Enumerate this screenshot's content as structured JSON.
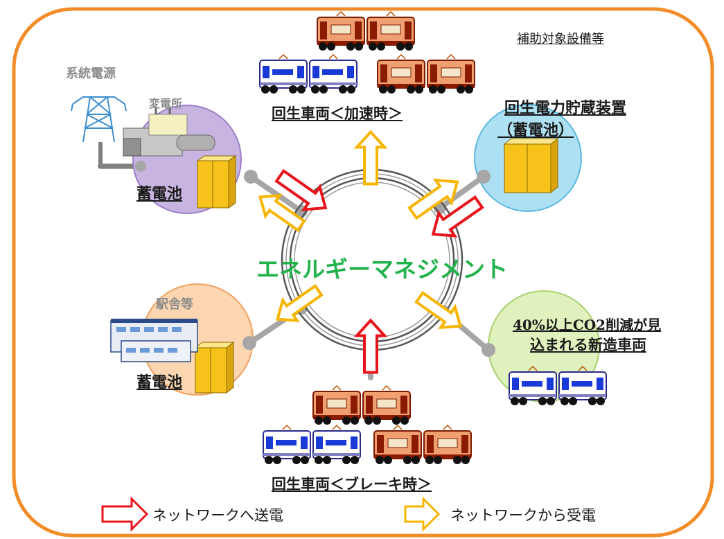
{
  "colors": {
    "frame": "#f28c28",
    "send_arrow": "#e8141b",
    "receive_arrow": "#f7b500",
    "center_text": "#22b24c",
    "node_purple": "#c8b4e0",
    "node_blue": "#aee0f4",
    "node_orange": "#fbd6b0",
    "node_green": "#dff1bd",
    "battery": "#f7c21a",
    "connector": "#a6a6a6"
  },
  "labels": {
    "subsidy_note": "補助対象設備等",
    "grid_power": "系統電源",
    "substation": "変電所",
    "battery_substation": "蓄電池",
    "storage_device_line1": "回生電力貯蔵装置",
    "storage_device_line2": "（蓄電池）",
    "station": "駅舎等",
    "battery_station": "蓄電池",
    "regen_accel": "回生車両",
    "regen_accel_suffix": "＜加速時＞",
    "regen_brake": "回生車両",
    "regen_brake_suffix": "＜ブレーキ時＞",
    "new_train_line1": "40%以上CO2削減が見",
    "new_train_line2": "込まれる新造車両",
    "energy_management": "エネルギーマネジメント"
  },
  "legend": {
    "send": "ネットワークへ送電",
    "receive": "ネットワークから受電"
  },
  "icons": [
    "transmission-tower-icon",
    "substation-equipment-icon",
    "battery-icon",
    "station-building-icon",
    "train-icon"
  ]
}
